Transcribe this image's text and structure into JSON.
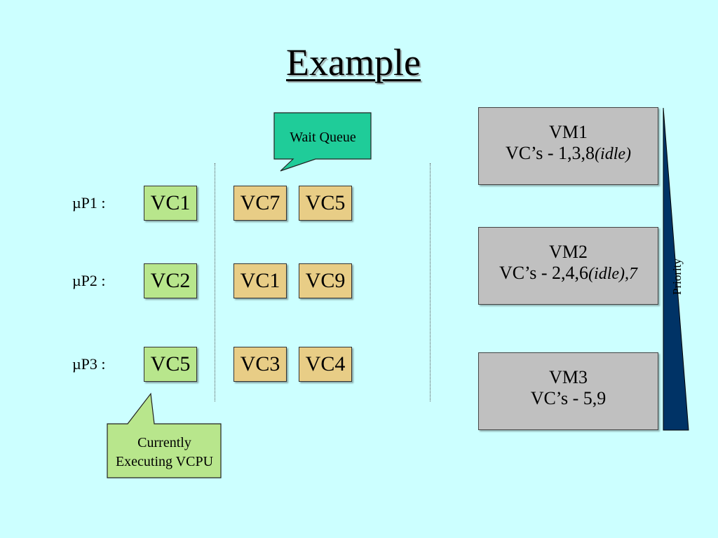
{
  "title": "Example",
  "wait_queue_label": "Wait Queue",
  "current_label_line1": "Currently",
  "current_label_line2": "Executing VCPU",
  "processors": [
    {
      "label": "µP1 :",
      "executing": "VC1",
      "queue": [
        "VC7",
        "VC5"
      ]
    },
    {
      "label": "µP2 :",
      "executing": "VC2",
      "queue": [
        "VC1",
        "VC9"
      ]
    },
    {
      "label": "µP3 :",
      "executing": "VC5",
      "queue": [
        "VC3",
        "VC4"
      ]
    }
  ],
  "vms": [
    {
      "name": "VM1",
      "vcs_prefix": "VC’s - 1,3,8",
      "vcs_italic": "(idle)",
      "vcs_suffix": ""
    },
    {
      "name": "VM2",
      "vcs_prefix": "VC’s - 2,4,6",
      "vcs_italic": "(idle),7",
      "vcs_suffix": ""
    },
    {
      "name": "VM3",
      "vcs_prefix": "VC’s - 5,9",
      "vcs_italic": "",
      "vcs_suffix": ""
    }
  ],
  "priority_label": "Priority",
  "colors": {
    "background": "#ccffff",
    "executing_box": "#b8e68c",
    "queue_box": "#e8cd86",
    "wait_callout": "#1fcc99",
    "current_callout": "#b8e68c",
    "vm_box": "#c0c0c0",
    "priority_wedge": "#003366"
  }
}
